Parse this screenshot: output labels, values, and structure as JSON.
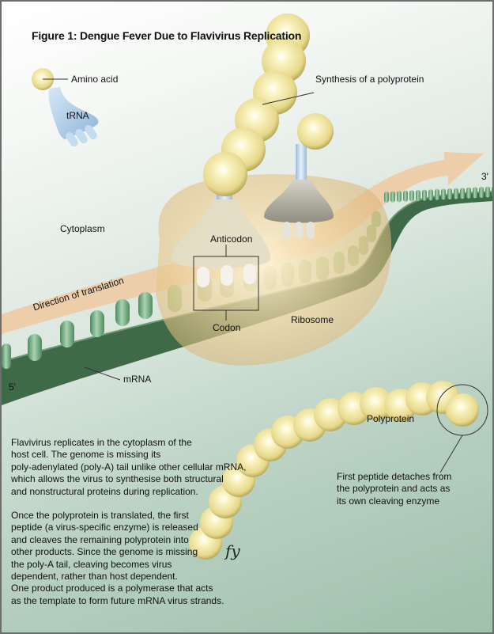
{
  "figure": {
    "title": "Figure 1: Dengue Fever Due to Flavivirus Replication"
  },
  "labels": {
    "amino_acid": "Amino acid",
    "trna": "tRNA",
    "synthesis": "Synthesis of a polyprotein",
    "cytoplasm": "Cytoplasm",
    "anticodon": "Anticodon",
    "codon": "Codon",
    "ribosome": "Ribosome",
    "direction": "Direction of translation",
    "mrna": "mRNA",
    "five_prime": "5′",
    "three_prime": "3′",
    "polyprotein": "Polyprotein",
    "signature": "fy"
  },
  "callout_peptide": [
    "First peptide detaches from",
    "the polyprotein and acts as",
    "its own cleaving enzyme"
  ],
  "paragraph1": [
    "Flavivirus replicates in the cytoplasm of the",
    "host cell. The genome is missing its",
    "poly-adenylated (poly-A) tail unlike other cellular mRNA,",
    "which allows the virus to synthesise both structural",
    "and nonstructural proteins during replication."
  ],
  "paragraph2": [
    "Once the polyprotein is translated, the first",
    "peptide (a virus-specific enzyme) is released",
    "and cleaves the remaining polyprotein into",
    "other products. Since the genome is missing",
    "the poly-A tail, cleaving becomes virus",
    "dependent, rather than host dependent.",
    "One product produced is a polymerase that acts",
    "as the template to form future mRNA virus strands."
  ],
  "colors": {
    "amino_acid": "#f2e6a0",
    "trna": "#a9c8e6",
    "mrna_strand": "#3f6a48",
    "nucleotide": "#7fb28c",
    "ribosome": "#e9c98f",
    "arrow": "#f0c9a0",
    "border": "#6d6d6d"
  }
}
